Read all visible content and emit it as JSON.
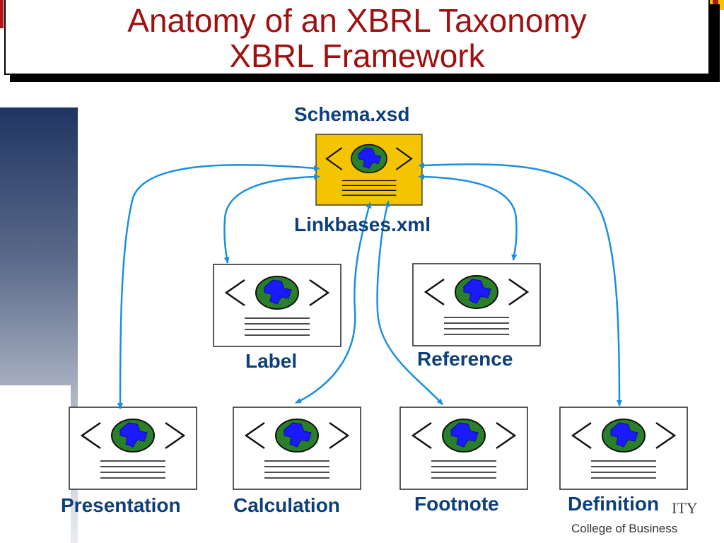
{
  "slide": {
    "title_line1": "Anatomy of an XBRL Taxonomy",
    "title_line2": "XBRL Framework"
  },
  "diagram": {
    "schema_label": "Schema.xsd",
    "linkbases_label": "Linkbases.xml",
    "nodes": {
      "label": "Label",
      "reference": "Reference",
      "presentation": "Presentation",
      "calculation": "Calculation",
      "footnote": "Footnote",
      "definition": "Definition"
    }
  },
  "footer": {
    "college": "College of Business",
    "ity": "ITY"
  },
  "colors": {
    "title": "#a01010",
    "label_text": "#0d3f7a",
    "arrow": "#1a8fe0",
    "schema_fill": "#f5c400",
    "globe_land": "#1a1aff",
    "globe_sea": "#2f8a2f"
  },
  "icons": {
    "document": "xml-document-icon",
    "globe": "globe-icon"
  }
}
